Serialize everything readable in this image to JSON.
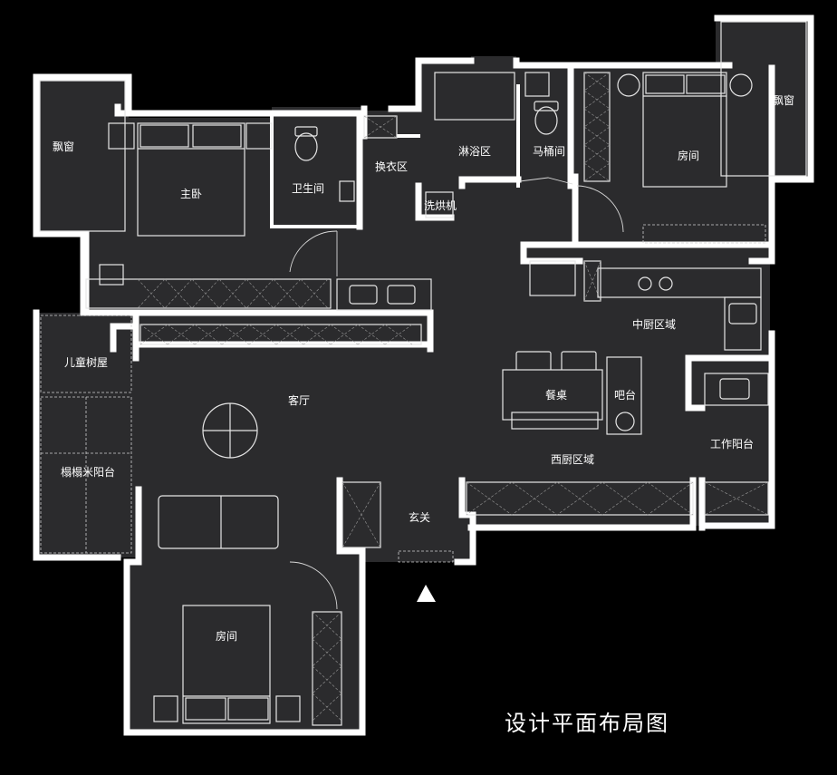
{
  "rooms": {
    "bay_left": "飘窗",
    "master_bedroom": "主卧",
    "master_bath": "卫生间",
    "dressing": "换衣区",
    "shower": "淋浴区",
    "washer": "洗烘机",
    "toilet": "马桶间",
    "bedroom_ne": "房间",
    "bay_right": "飘窗",
    "kids_house": "儿童树屋",
    "tatami_balcony": "榻榻米阳台",
    "living_room": "客厅",
    "middle_kitchen": "中厨区域",
    "dining_table": "餐桌",
    "bar": "吧台",
    "western_kitchen": "西厨区域",
    "work_balcony": "工作阳台",
    "foyer": "玄关",
    "bedroom_sw": "房间"
  },
  "title": "设计平面布局图",
  "colors": {
    "background": "#000000",
    "floor": "#2b2b2d",
    "wall": "#ffffff"
  }
}
